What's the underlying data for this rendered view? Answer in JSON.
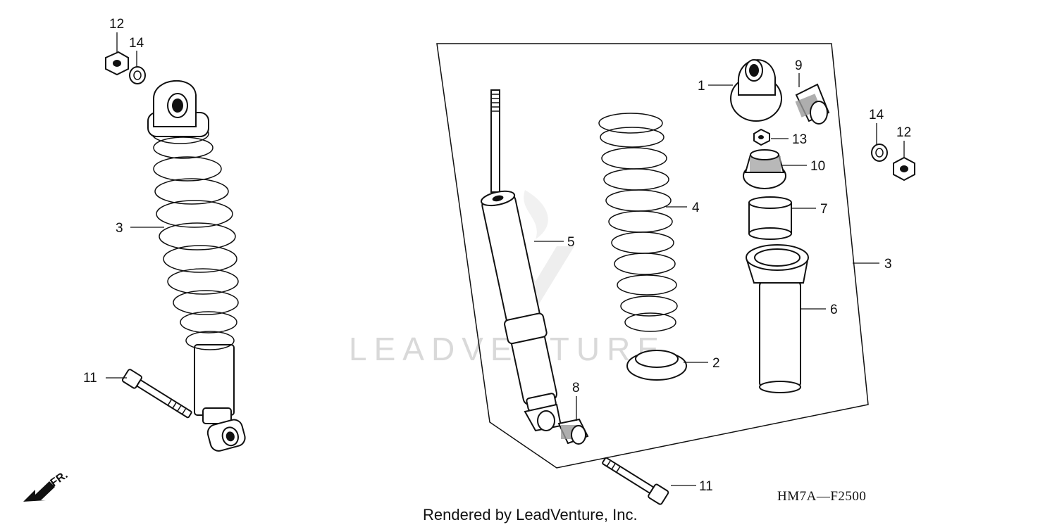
{
  "diagram": {
    "diagram_code": "HM7A—F2500",
    "credit": "Rendered by LeadVenture, Inc.",
    "watermark": "LEADVENTURE",
    "direction_label": "FR.",
    "callouts": {
      "left_12": "12",
      "left_14": "14",
      "left_3": "3",
      "left_11": "11",
      "c1": "1",
      "c9": "9",
      "c13": "13",
      "c10": "10",
      "c7": "7",
      "c4": "4",
      "c5": "5",
      "c3": "3",
      "c6": "6",
      "c2": "2",
      "c8": "8",
      "bottom_11": "11",
      "right_14": "14",
      "right_12": "12"
    }
  }
}
